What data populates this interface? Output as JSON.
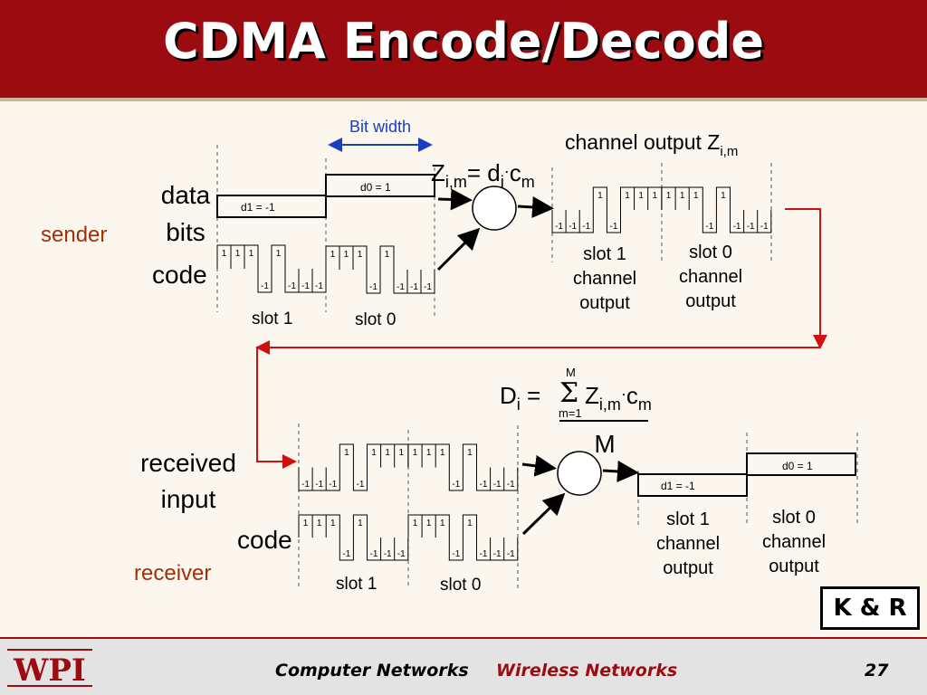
{
  "slide": {
    "title": "CDMA Encode/Decode",
    "bit_width_label": "Bit width",
    "channel_output_label": "channel output Z",
    "channel_output_sub": "i,m",
    "encode_formula": {
      "z": "Z",
      "z_sub": "i,m",
      "eq": "= d",
      "d_sub": "i",
      "dot": "·",
      "c": "c",
      "c_sub": "m"
    },
    "sender": {
      "label": "sender",
      "data_bits_line1": "data",
      "data_bits_line2": "bits",
      "code_label": "code",
      "d1_label": "d1 = -1",
      "d0_label": "d0 = 1",
      "slot1_label": "slot 1",
      "slot0_label": "slot 0"
    },
    "channel_out": {
      "slot1_lines": [
        "slot 1",
        "channel",
        "output"
      ],
      "slot0_lines": [
        "slot 0",
        "channel",
        "output"
      ]
    },
    "decode_formula": {
      "d": "D",
      "d_sub": "i",
      "eq": " = ",
      "sigma": "Σ",
      "upper": "M",
      "lower": "m=1",
      "z": "Z",
      "z_sub": "i,m",
      "dot": "·",
      "c": "c",
      "c_sub": "m",
      "denominator": "M"
    },
    "receiver": {
      "label": "receiver",
      "received_line1": "received",
      "received_line2": "input",
      "code_label": "code",
      "slot1_label": "slot 1",
      "slot0_label": "slot 0",
      "d1_label": "d1 = -1",
      "d0_label": "d0 = 1",
      "slot1_lines": [
        "slot 1",
        "channel",
        "output"
      ],
      "slot0_lines": [
        "slot 0",
        "channel",
        "output"
      ]
    },
    "code_sequence": [
      1,
      1,
      1,
      -1,
      1,
      -1,
      -1,
      -1
    ],
    "code_labels": [
      "1",
      "1",
      "1",
      "-1",
      "1",
      "-1",
      "-1",
      "-1"
    ],
    "channel_slot1_labels": [
      "-1",
      "-1",
      "-1",
      "1",
      "-1",
      "1",
      "1",
      "1"
    ],
    "channel_slot0_labels": [
      "1",
      "1",
      "1",
      "-1",
      "1",
      "-1",
      "-1",
      "-1"
    ],
    "badge": "K & R"
  },
  "footer": {
    "logo": "WPI",
    "course": "Computer Networks",
    "topic": "Wireless Networks",
    "page": "27"
  },
  "colors": {
    "header": "#9b0b10",
    "sender_label": "#a0300a",
    "bit_width": "#1a3fbf",
    "signal_arrow": "#d01010",
    "topic": "#9b0b10"
  }
}
